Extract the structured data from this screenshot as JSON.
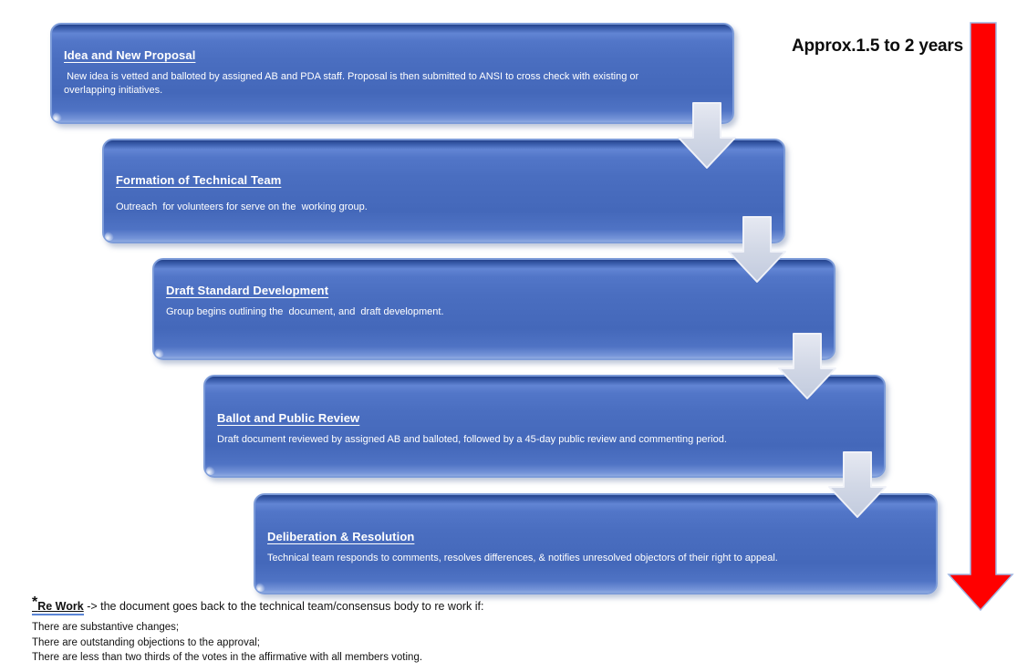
{
  "timeline": {
    "duration_label": "Approx.1.5 to 2 years"
  },
  "steps": [
    {
      "title": "Idea and New Proposal",
      "description": " New idea is vetted and balloted by assigned AB and PDA staff. Proposal is then submitted to ANSI to cross check with existing or overlapping initiatives."
    },
    {
      "title": "Formation of Technical Team",
      "description": "Outreach  for volunteers for serve on the  working group."
    },
    {
      "title": "Draft Standard Development",
      "description": "Group begins outlining the  document, and  draft development."
    },
    {
      "title": "Ballot and Public Review",
      "description": "Draft document reviewed by assigned AB and balloted, followed by a 45-day public review and commenting period."
    },
    {
      "title": "Deliberation & Resolution",
      "description": "Technical team responds to comments, resolves differences, & notifies unresolved objectors of their right to appeal."
    }
  ],
  "footnote": {
    "marker": "*",
    "term": "Re Work",
    "lead": " -> the document goes back to the technical team/consensus body to re work if:",
    "conditions": [
      "There are substantive changes;",
      "There are outstanding objections to the approval;",
      "There are less than two thirds of the votes in the affirmative with all members voting."
    ]
  },
  "colors": {
    "box_fill_main": "#4a6ec0",
    "box_fill_top": "#24438c",
    "box_border": "#7d9cd9",
    "connector_fill_light": "#e3e7f0",
    "connector_fill_dark": "#c4ccdf",
    "connector_outline": "#f0f2f8",
    "timeline_arrow_fill": "#ff0000",
    "timeline_arrow_outline": "#9fb6e2",
    "box_text": "#ffffff",
    "footnote_text": "#111111",
    "footnote_term_underline": "#5b85d6"
  }
}
